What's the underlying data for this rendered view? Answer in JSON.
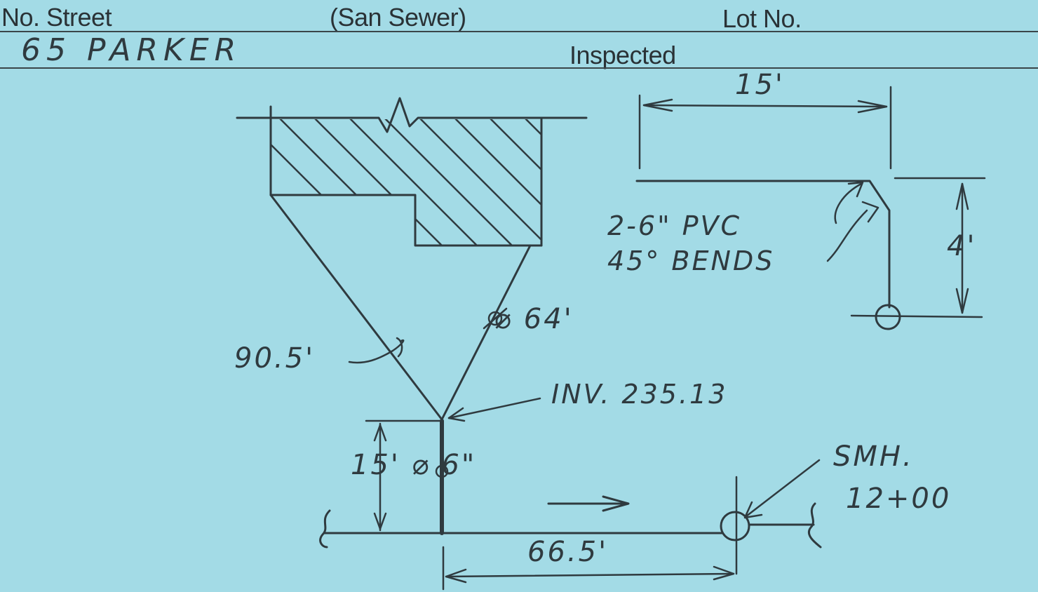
{
  "header": {
    "street_label": "No. Street",
    "type_label": "(San Sewer)",
    "lot_label": "Lot No.",
    "inspected_label": "Inspected",
    "address": "65 PARKER"
  },
  "sketch": {
    "bend_dim_top": "15'",
    "bend_dim_side": "4'",
    "bend_note_line1": "2-6\" PVC",
    "bend_note_line2": "45° BENDS",
    "pipe_left": "90.5'",
    "pipe_right": "⌀ 64'",
    "invert": "INV. 235.13",
    "lateral": "15' ⌀ 6\"",
    "main_dim": "66.5'",
    "manhole_label": "SMH.",
    "station": "12+00"
  },
  "colors": {
    "card": "#a3dbe6",
    "ink": "#2f3a3f"
  }
}
